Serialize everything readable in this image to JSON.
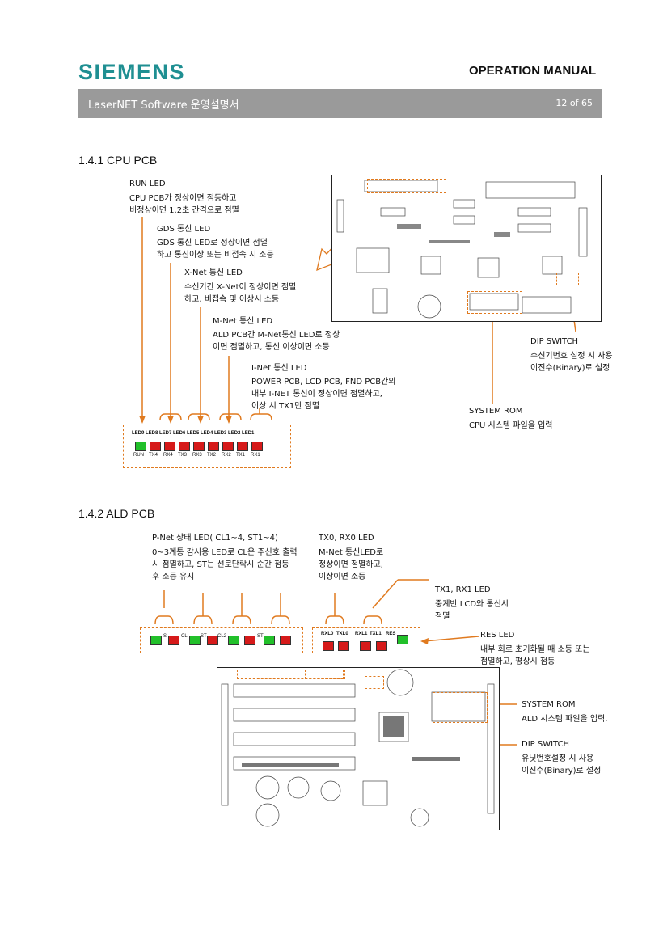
{
  "header": {
    "logo": "SIEMENS",
    "manual_title": "OPERATION MANUAL",
    "doc_title": "LaserNET Software  운영설명서",
    "page": "12 of 65"
  },
  "colors": {
    "brand": "#1f8f92",
    "band": "#9a9a9a",
    "arrow": "#e07a1f",
    "led_green": "#22c02a",
    "led_red": "#d61a1a"
  },
  "cpu": {
    "heading": "1.4.1 CPU PCB",
    "run": {
      "title": "RUN LED",
      "line1": "CPU PCB가 정상이면 점등하고",
      "line2": "비정상이면 1.2초 간격으로 점멸"
    },
    "gds": {
      "title": "GDS 통신 LED",
      "line1": "GDS 통신 LED로 정상이면 점멸",
      "line2": "하고 통신이상 또는 비접속 시 소등"
    },
    "xnet": {
      "title": "X-Net 통신 LED",
      "line1": "수신기간 X-Net이 정상이면 점멸",
      "line2": "하고, 비접속 및 이상시 소등"
    },
    "mnet": {
      "title": "M-Net 통신 LED",
      "line1": "ALD PCB간 M-Net통신 LED로 정상",
      "line2": "이면 점멸하고, 통신 이상이면 소등"
    },
    "inet": {
      "title": "I-Net 통신 LED",
      "line1": "POWER PCB, LCD PCB, FND PCB간의",
      "line2": "내부 I-NET 통신이 정상이면 점멸하고,",
      "line3": "이상 시 TX1만 점멸"
    },
    "dip": {
      "title": "DIP SWITCH",
      "line1": "수신기번호 설정 시 사용",
      "line2": "이진수(Binary)로 설정"
    },
    "rom": {
      "title": "SYSTEM ROM",
      "line1": "CPU 시스템 파일을 입력"
    },
    "led_header": "LED9 LED8 LED7 LED6 LED5 LED4 LED3 LED2 LED1",
    "led_labels": [
      "RUN",
      "TX4",
      "RX4",
      "TX3",
      "RX3",
      "TX2",
      "RX2",
      "TX1",
      "RX1"
    ]
  },
  "ald": {
    "heading": "1.4.2 ALD PCB",
    "pnet": {
      "title": "P-Net 상태 LED( CL1~4, ST1~4)",
      "line1": "0~3계통 감시용 LED로 CL은 주신호 출력",
      "line2": "시 점멸하고, ST는 선로단락시    순간 점등",
      "line3": "후 소등 유지"
    },
    "txrx0": {
      "title": "TX0, RX0 LED",
      "line1": "M-Net 통신LED로",
      "line2": "정상이면 점멸하고,",
      "line3": "이상이면 소등"
    },
    "txrx1": {
      "title": "TX1, RX1 LED",
      "line1": "중계반 LCD와 통신시",
      "line2": "점멸"
    },
    "res": {
      "title": "RES LED",
      "line1": "내부 회로 초기화될 때 소등 또는",
      "line2": "점멸하고, 평상시 점등"
    },
    "rom": {
      "title": "SYSTEM ROM",
      "line1": "ALD 시스템 파일을 입력."
    },
    "dip": {
      "title": "DIP SWITCH",
      "line1": "유닛번호설정 시 사용",
      "line2": "이진수(Binary)로 설정"
    },
    "left_led_labels": [
      "S",
      "CL",
      "ST",
      "CL2",
      "ST"
    ],
    "right_led_labels": [
      "RXL0",
      "TXL0",
      "RXL1",
      "TXL1",
      "RES"
    ]
  }
}
